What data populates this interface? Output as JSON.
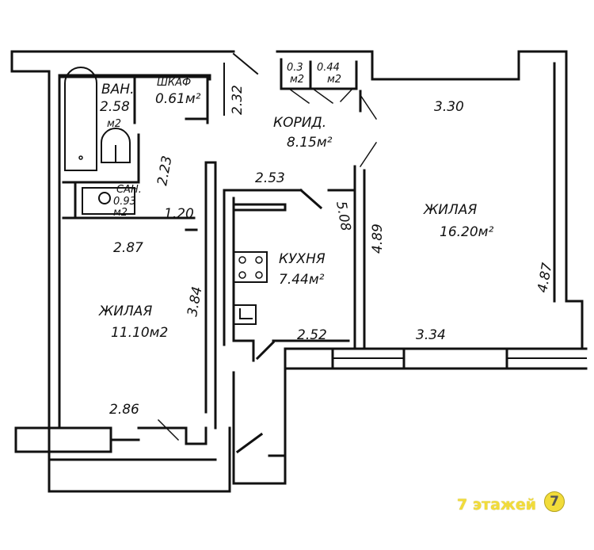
{
  "rooms": {
    "bath": {
      "name": "ВАН.",
      "area": "2.58",
      "unit": "м2"
    },
    "closet": {
      "name": "ШКАФ",
      "area": "0.61м²"
    },
    "corridor": {
      "name": "КОРИД.",
      "area": "8.15м²"
    },
    "store1": {
      "area": "0.3",
      "unit": "м2"
    },
    "store2": {
      "area": "0.44",
      "unit": "м2"
    },
    "toilet": {
      "name": "САН.",
      "area": "0.93",
      "unit": "м2"
    },
    "kitchen": {
      "name": "КУХНЯ",
      "area": "7.44м²"
    },
    "living_small": {
      "name": "ЖИЛАЯ",
      "area": "11.10м2"
    },
    "living_large": {
      "name": "ЖИЛАЯ",
      "area": "16.20м²"
    }
  },
  "dimensions": [
    "2.32",
    "2.23",
    "1.20",
    "2.53",
    "5.08",
    "4.89",
    "3.30",
    "4.87",
    "3.34",
    "2.52",
    "2.87",
    "3.84",
    "2.86"
  ],
  "watermark": {
    "text": "7 этажей",
    "badge": "7"
  }
}
